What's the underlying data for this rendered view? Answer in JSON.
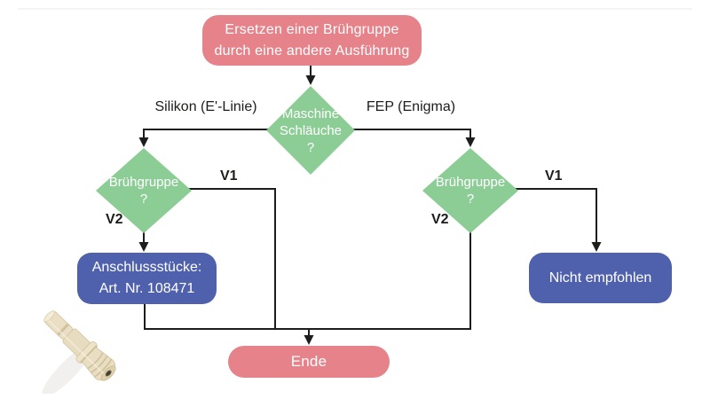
{
  "palette": {
    "pink": "#e6828a",
    "green": "#8ccd96",
    "blue": "#4f61ac",
    "line_black": "#1d1d1b",
    "part_cream": "#eadfc4"
  },
  "flowchart": {
    "start": {
      "line1": "Ersetzen einer Brühgruppe",
      "line2": "durch eine andere Ausführung"
    },
    "decision_main": {
      "line1": "Maschine",
      "line2": "Schläuche",
      "line3": "?"
    },
    "branch_left_label": "Silikon (E'-Linie)",
    "branch_right_label": "FEP (Enigma)",
    "decision_left": {
      "line1": "Brühgruppe",
      "line2": "?"
    },
    "decision_right": {
      "line1": "Brühgruppe",
      "line2": "?"
    },
    "left_v1_label": "V1",
    "left_v2_label": "V2",
    "right_v1_label": "V1",
    "right_v2_label": "V2",
    "result_left": {
      "line1": "Anschlussstücke:",
      "line2": "Art. Nr. 108471"
    },
    "result_right_label": "Nicht empfohlen",
    "end_label": "Ende"
  }
}
